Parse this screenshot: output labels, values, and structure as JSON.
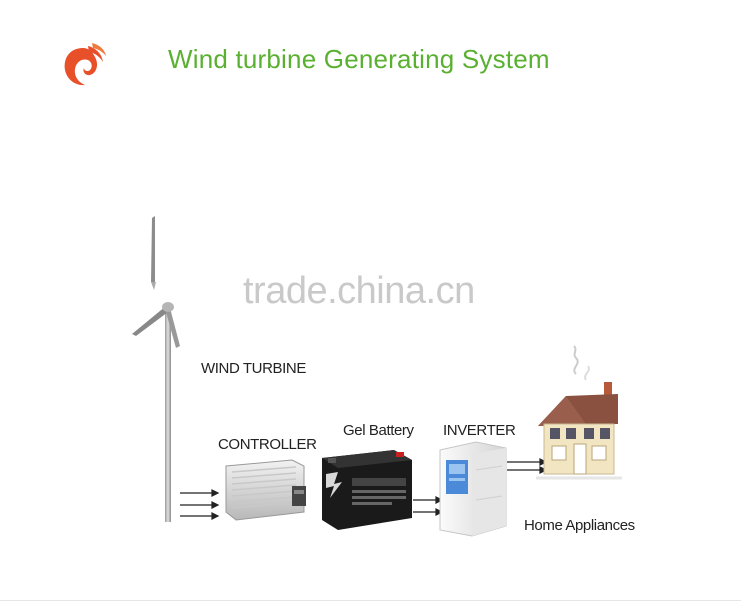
{
  "title": "Wind turbine Generating System",
  "watermark": "trade.china.cn",
  "labels": {
    "wind_turbine": "WIND TURBINE",
    "controller": "CONTROLLER",
    "battery": "Gel Battery",
    "inverter": "INVERTER",
    "home": "Home Appliances"
  },
  "colors": {
    "title": "#5ab030",
    "logo": "#e8502a",
    "roof": "#8a5040",
    "battery_body": "#1a1a1a",
    "inverter_screen": "#4a8ad8"
  },
  "icons": [
    "logo-icon",
    "wind-turbine-icon",
    "controller-icon",
    "battery-icon",
    "inverter-icon",
    "house-icon"
  ]
}
